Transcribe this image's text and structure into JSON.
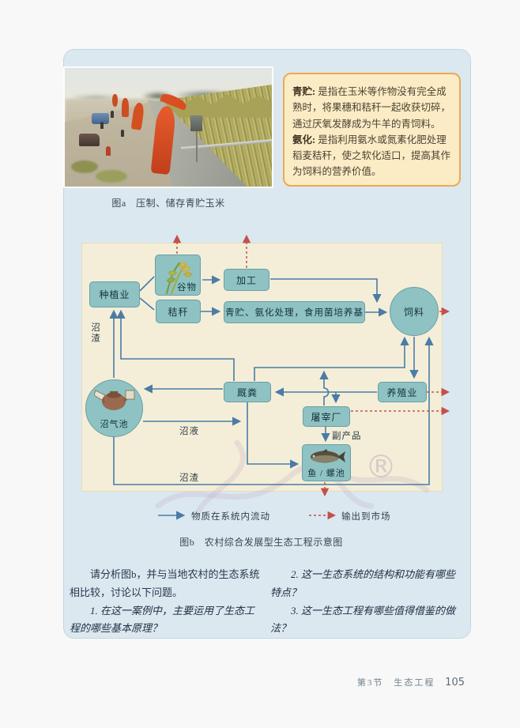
{
  "figure_a": {
    "caption": "图a　压制、储存青贮玉米"
  },
  "info_box": {
    "term1": "青贮:",
    "def1": "是指在玉米等作物没有完全成熟时，将果穗和秸秆一起收获切碎，通过厌氧发酵成为牛羊的青饲料。",
    "term2": "氨化:",
    "def2": "是指利用氨水或氮素化肥处理稻麦秸秆，使之软化适口，提高其作为饲料的营养价值。"
  },
  "diagram": {
    "nodes": {
      "planting": "种植业",
      "grain": "谷物",
      "processing": "加工",
      "straw": "秸秆",
      "treatment": "青贮、氨化处理，食用菌培养基",
      "feed": "饲料",
      "breeding": "养殖业",
      "manure": "厩粪",
      "slaughterhouse": "屠宰厂",
      "fish_pond": "鱼 / 螺池",
      "biogas": "沼气池"
    },
    "edge_labels": {
      "residue_left": "沼渣",
      "slurry": "沼液",
      "byproduct": "副产品",
      "residue_bottom": "沼渣"
    },
    "legend": {
      "solid": "物质在系统内流动",
      "dashed": "输出到市场"
    },
    "caption": "图b　农村综合发展型生态工程示意图",
    "watermark": "®"
  },
  "questions": {
    "intro": "请分析图b，并与当地农村的生态系统相比较，讨论以下问题。",
    "q1": "1. 在这一案例中，主要运用了生态工程的哪些基本原理？",
    "q2": "2. 这一生态系统的结构和功能有哪些特点？",
    "q3": "3. 这一生态工程有哪些值得借鉴的做法？"
  },
  "footer": {
    "section": "第3节　生态工程",
    "page": "105"
  }
}
